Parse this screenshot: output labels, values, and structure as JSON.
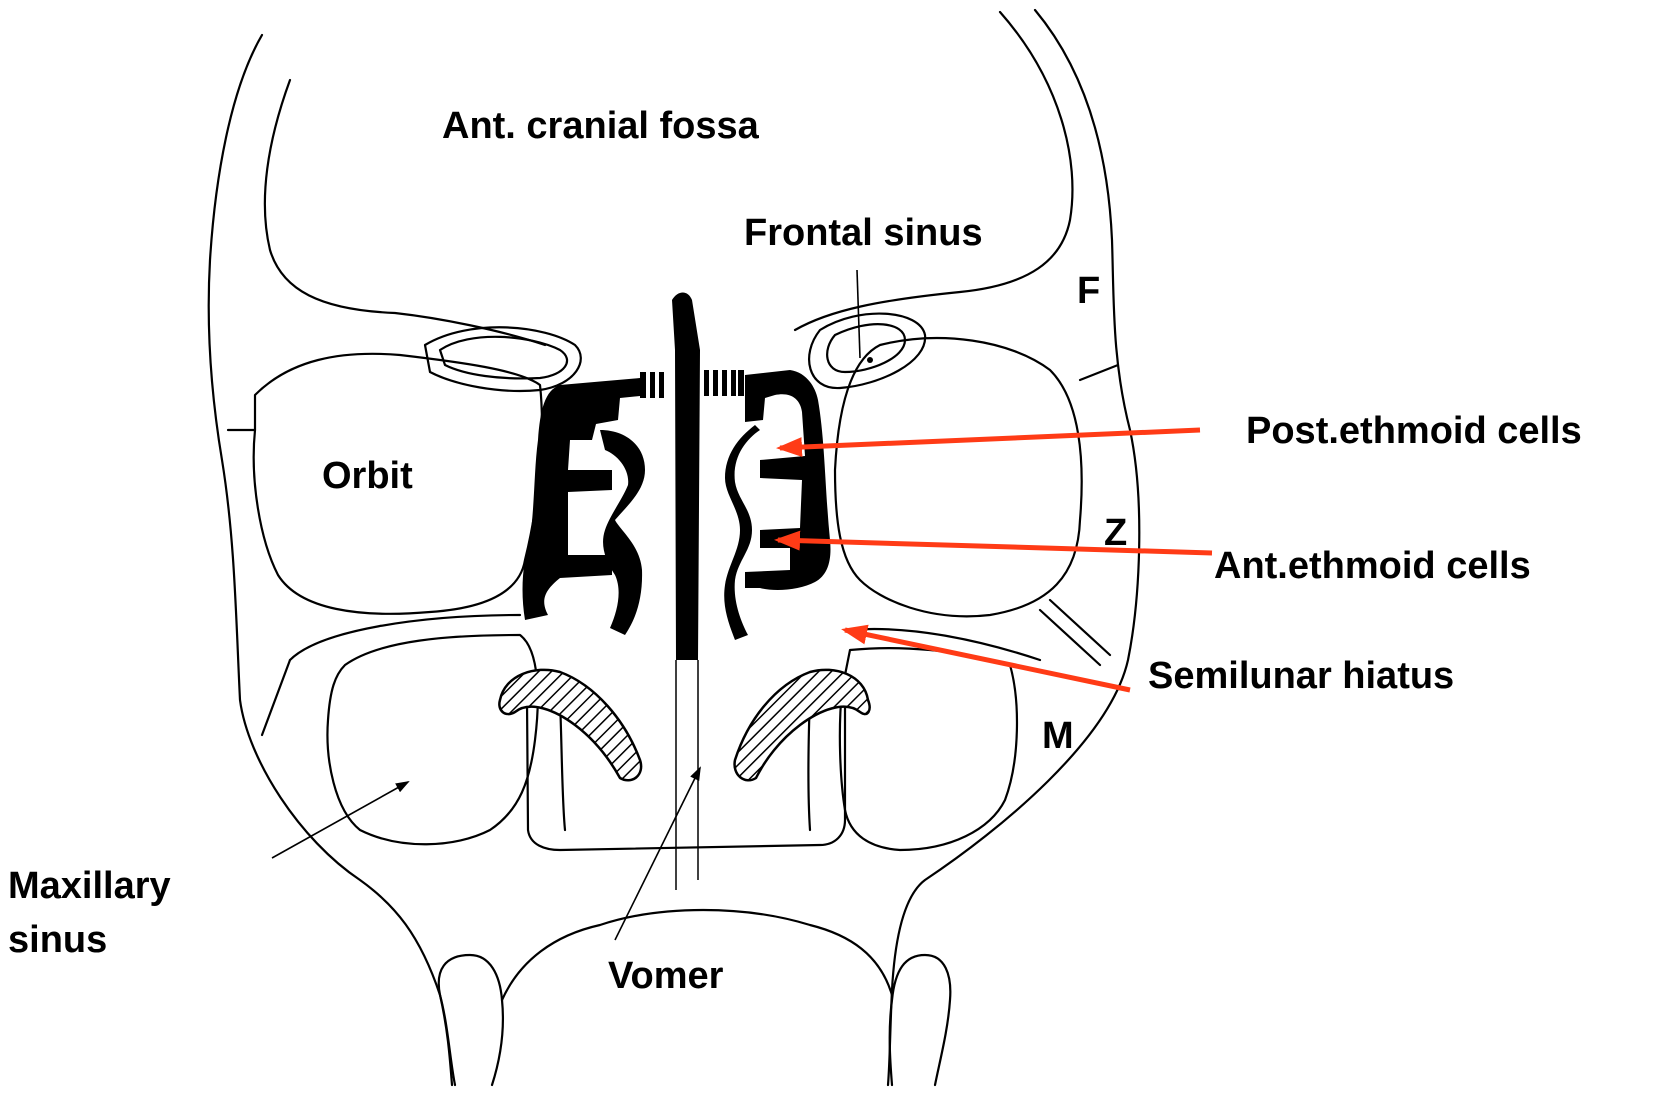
{
  "colors": {
    "line": "#000000",
    "arrow_red": "#ff3b16",
    "background": "#ffffff"
  },
  "labels": {
    "ant_cranial_fossa": "Ant. cranial fossa",
    "frontal_sinus": "Frontal sinus",
    "f": "F",
    "orbit": "Orbit",
    "post_ethmoid_cells": "Post.ethmoid cells",
    "z": "Z",
    "ant_ethmoid_cells": "Ant.ethmoid cells",
    "semilunar_hiatus": "Semilunar hiatus",
    "m": "M",
    "maxillary_sinus_line1": "Maxillary",
    "maxillary_sinus_line2": "sinus",
    "vomer": "Vomer"
  }
}
